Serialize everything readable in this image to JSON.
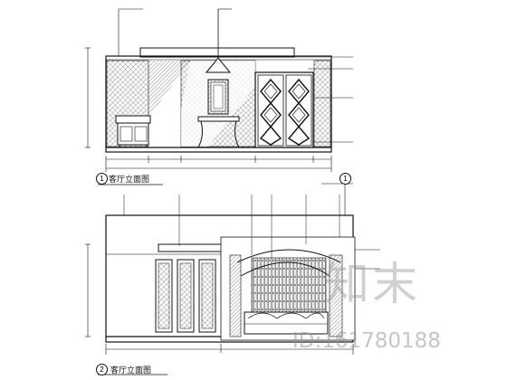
{
  "elevation_1": {
    "number": "1",
    "title": "客厅立面图"
  },
  "elevation_2": {
    "number": "2",
    "title": "客厅立面图"
  },
  "section_marker": "1",
  "watermark": {
    "logo_text": "知末",
    "id_text": "ID:161780188"
  },
  "colors": {
    "line": "#111111",
    "hatch": "#444444",
    "watermark": "#969696"
  }
}
